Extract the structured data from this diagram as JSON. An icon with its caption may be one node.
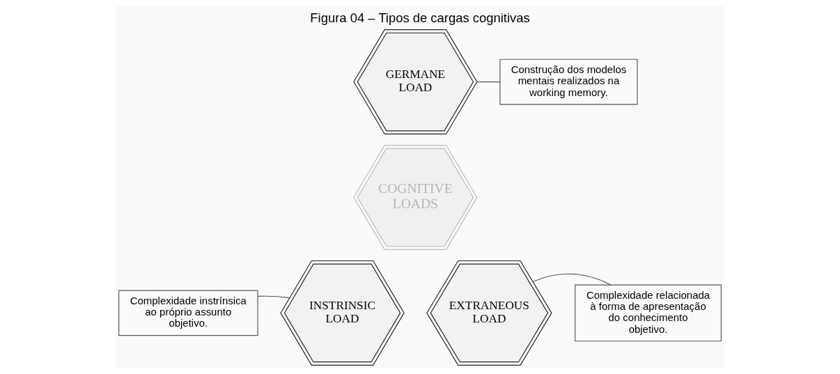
{
  "diagram": {
    "title": "Figura 04 – Tipos de cargas cognitivas",
    "nodes": [
      {
        "text": [
          "GERMANE LOAD"
        ]
      },
      {
        "text": [
          "Construção dos modelos mentais realizados na working memory."
        ]
      },
      {
        "text": [
          "COGNITIVE LOADS"
        ]
      },
      {
        "text": [
          "Complexidade instrínsica ao próprio assunto objetivo."
        ]
      },
      {
        "text": [
          "INSTRINSIC LOAD"
        ]
      },
      {
        "text": [
          "EXTRANEOUS LOAD"
        ]
      },
      {
        "text": [
          "Complexidade relacionada à forma de apresentação do conhecimento objetivo."
        ]
      }
    ],
    "edges": [
      {
        "from": 0,
        "to": 1,
        "arrow": "none"
      },
      {
        "from": 4,
        "to": 3,
        "arrow": "none"
      },
      {
        "from": 5,
        "to": 6,
        "arrow": "none"
      }
    ]
  }
}
